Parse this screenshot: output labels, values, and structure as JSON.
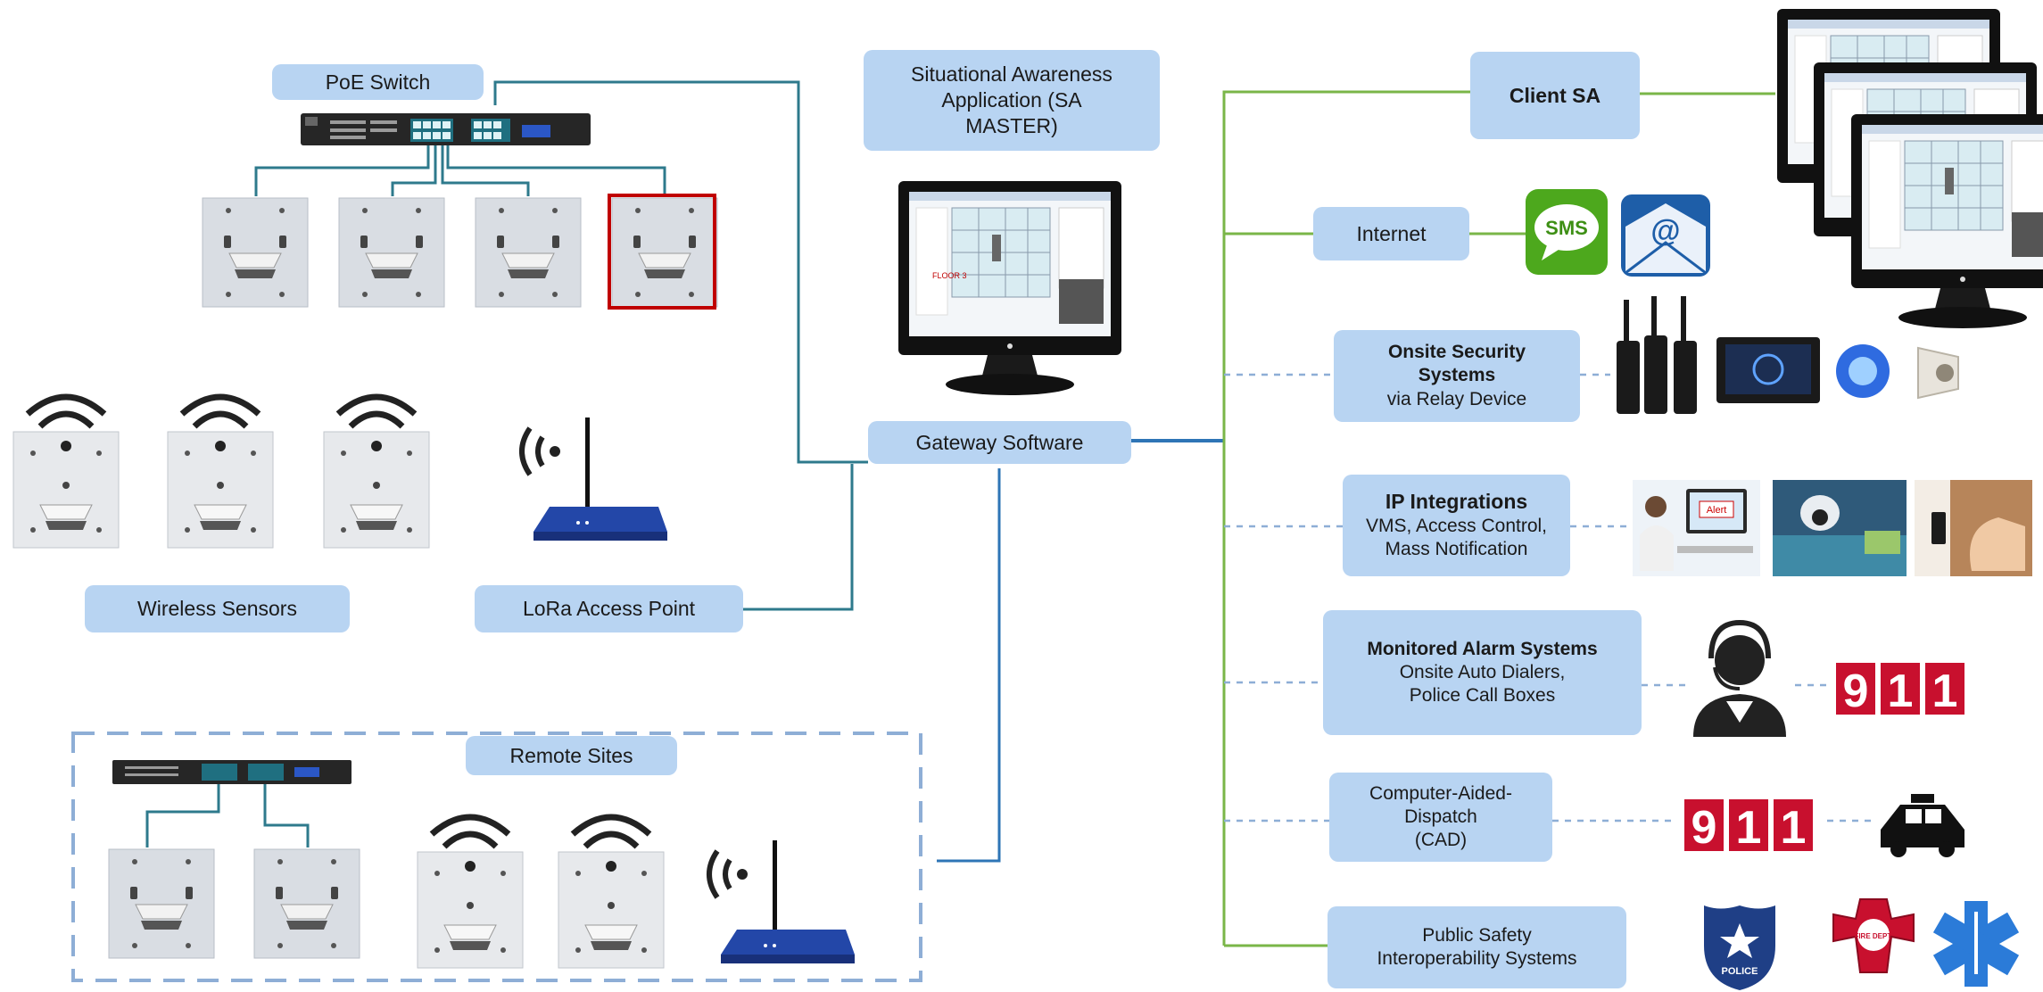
{
  "labels": {
    "poe_switch": "PoE Switch",
    "sa_app_line1": "Situational Awareness",
    "sa_app_line2": "Application (SA",
    "sa_app_line3": "MASTER)",
    "gateway": "Gateway Software",
    "wireless_sensors": "Wireless Sensors",
    "lora_ap": "LoRa Access Point",
    "remote_sites": "Remote Sites",
    "client_sa": "Client SA",
    "internet": "Internet",
    "onsite_security_line1": "Onsite Security",
    "onsite_security_line2": "Systems",
    "onsite_security_line3": "via Relay Device",
    "ip_integrations_line1": "IP Integrations",
    "ip_integrations_line2": "VMS, Access Control,",
    "ip_integrations_line3": "Mass Notification",
    "monitored_alarm_line1": "Monitored Alarm Systems",
    "monitored_alarm_line2": "Onsite Auto Dialers,",
    "monitored_alarm_line3": "Police Call Boxes",
    "cad_line1": "Computer-Aided-",
    "cad_line2": "Dispatch",
    "cad_line3": "(CAD)",
    "public_safety_line1": "Public Safety",
    "public_safety_line2": "Interoperability Systems"
  },
  "icons": {
    "sms": "SMS",
    "email": "@",
    "digits_911": [
      "9",
      "1",
      "1"
    ],
    "police_badge": "POLICE",
    "fire_dept": "FIRE DEPT.",
    "screen_alert": "Alert",
    "screen_floor": "FLOOR 3"
  },
  "colors": {
    "box_fill": "#b8d4f2",
    "teal_line": "#2e7a8c",
    "blue_line": "#2e75b6",
    "green_line": "#7ab648",
    "dashed_line": "#8eaed6",
    "red_911": "#c8102e",
    "highlight_red": "#c00000"
  }
}
